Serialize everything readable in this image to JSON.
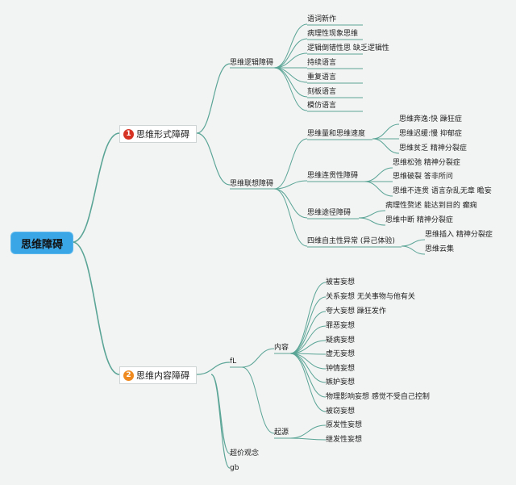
{
  "root": "思维障碍",
  "branch1": {
    "num": "1",
    "label": "思维形式障碍",
    "logic": {
      "label": "思维逻辑障碍",
      "items": [
        "语词新作",
        "病理性现象思维",
        "逻辑倒错性思  缺乏逻辑性",
        "持续语言",
        "重复语言",
        "刻板语言",
        "模仿语言"
      ]
    },
    "assoc": {
      "label": "思维联想障碍",
      "speed": {
        "label": "思维量和思维速度",
        "items": [
          "思维奔逸:快 躁狂症",
          "思维迟缓:慢 抑郁症",
          "思维贫乏 精神分裂症"
        ]
      },
      "coherence": {
        "label": "思维连贯性障碍",
        "items": [
          "思维松弛 精神分裂症",
          "思维破裂 答非所问",
          "思维不连贯 语言杂乱无章 瞻妄"
        ]
      },
      "path": {
        "label": "思维途径障碍",
        "items": [
          "病理性赘述  能达到目的 癫痫",
          "思维中断 精神分裂症"
        ]
      },
      "autonomy": {
        "label": "四维自主性异常 (异己体验)",
        "items": [
          "思维插入 精神分裂症",
          "思维云集"
        ]
      }
    }
  },
  "branch2": {
    "num": "2",
    "label": "思维内容障碍",
    "fl": {
      "label": "fL",
      "content": {
        "label": "内容",
        "items": [
          "被害妄想",
          "关系妄想 无关事物与他有关",
          "夸大妄想 躁狂发作",
          "罪恶妄想",
          "疑病妄想",
          "虚无妄想",
          "钟情妄想",
          "嫉妒妄想",
          "物理影响妄想 感觉不受自己控制",
          "被窃妄想"
        ]
      },
      "origin": {
        "label": "起源",
        "items": [
          "原发性妄想",
          "继发性妄想"
        ]
      }
    },
    "extra": [
      "超价观念",
      "gb"
    ]
  }
}
